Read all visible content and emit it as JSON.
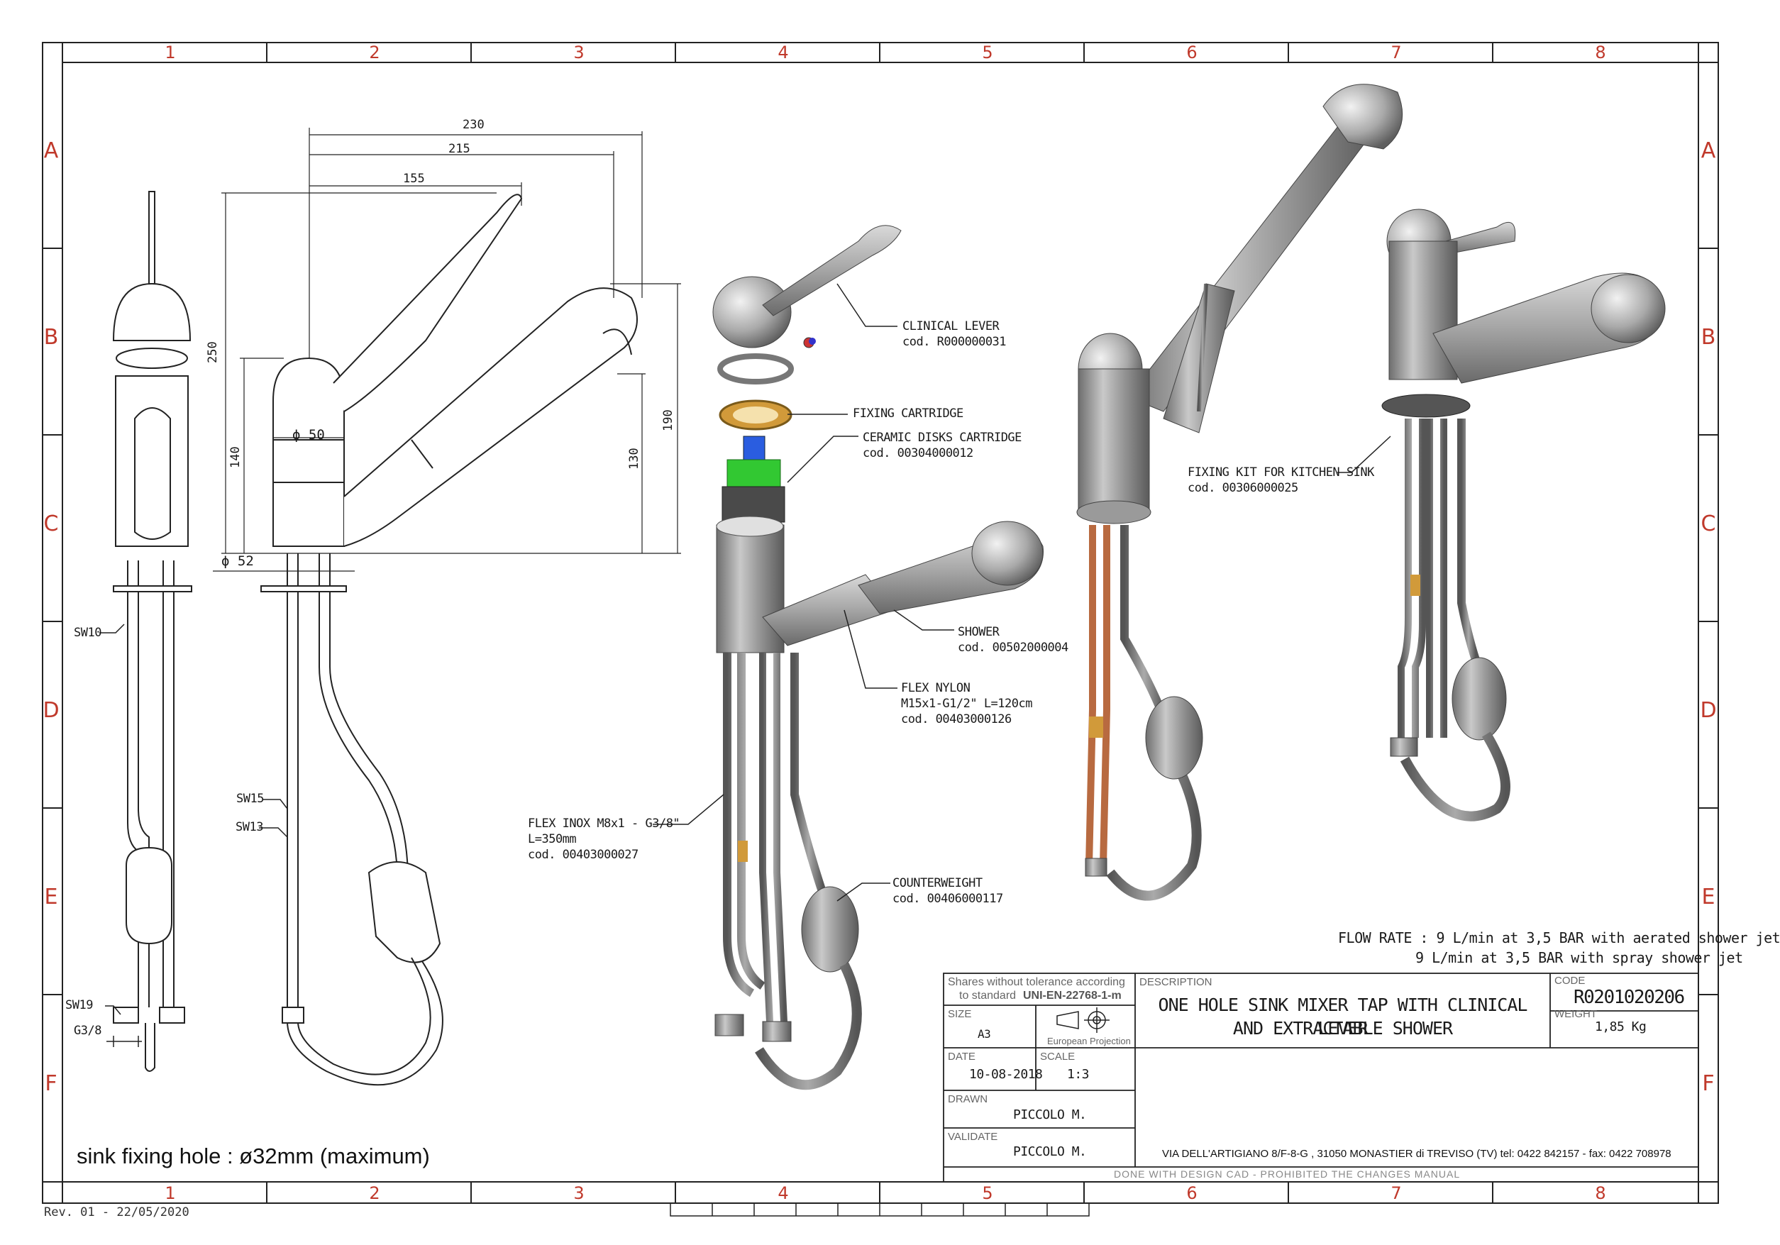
{
  "grid": {
    "columns": [
      "1",
      "2",
      "3",
      "4",
      "5",
      "6",
      "7",
      "8"
    ],
    "rows": [
      "A",
      "B",
      "C",
      "D",
      "E",
      "F"
    ]
  },
  "dimensions": {
    "d230": "230",
    "d215": "215",
    "d155": "155",
    "d250": "250",
    "d140": "140",
    "d190": "190",
    "d130": "130",
    "phi50": "ϕ 50",
    "phi52": "ϕ 52"
  },
  "side_view": {
    "sw10": "SW10",
    "sw15": "SW15",
    "sw13": "SW13",
    "sw19": "SW19",
    "g38": "G3/8"
  },
  "parts": {
    "clinical_lever": {
      "name": "CLINICAL LEVER",
      "code": "cod. R000000031"
    },
    "fixing_cartridge": {
      "name": "FIXING CARTRIDGE"
    },
    "ceramic_cartridge": {
      "name": "CERAMIC DISKS CARTRIDGE",
      "code": "cod. 00304000012"
    },
    "shower": {
      "name": "SHOWER",
      "code": "cod. 00502000004"
    },
    "flex_nylon": {
      "name": "FLEX NYLON",
      "spec": "M15x1-G1/2\" L=120cm",
      "code": "cod. 00403000126"
    },
    "flex_inox": {
      "name": "FLEX INOX M8x1 - G3/8\"",
      "spec": "L=350mm",
      "code": "cod. 00403000027"
    },
    "counterweight": {
      "name": "COUNTERWEIGHT",
      "code": "cod. 00406000117"
    },
    "fixing_kit": {
      "name": "FIXING KIT FOR KITCHEN SINK",
      "code": "cod. 00306000025"
    }
  },
  "flow_rate": {
    "line1": "FLOW RATE : 9 L/min at 3,5 BAR with aerated shower jet",
    "line2": "9 L/min at 3,5 BAR with spray shower jet"
  },
  "title_block": {
    "tolerance_line1": "Shares without tolerance according",
    "tolerance_line2a": "to standard",
    "tolerance_line2b": "UNI-EN-22768-1-m",
    "size_label": "SIZE",
    "size_value": "A3",
    "projection_label": "European Projection",
    "date_label": "DATE",
    "date_value": "10-08-2018",
    "scale_label": "SCALE",
    "scale_value": "1:3",
    "drawn_label": "DRAWN",
    "drawn_value": "PICCOLO M.",
    "validate_label": "VALIDATE",
    "validate_value": "PICCOLO M.",
    "description_label": "DESCRIPTION",
    "description_line1": "ONE HOLE SINK MIXER TAP WITH CLINICAL LEVER",
    "description_line2": "AND EXTRACTABLE SHOWER",
    "code_label": "CODE",
    "code_value": "R0201020206",
    "weight_label": "WEIGHT",
    "weight_value": "1,85 Kg",
    "address": "VIA DELL'ARTIGIANO 8/F-8-G , 31050 MONASTIER di TREVISO (TV) tel: 0422 842157 - fax: 0422 708978",
    "footer": "DONE WITH DESIGN CAD - PROHIBITED THE CHANGES MANUAL"
  },
  "notes": {
    "sink_hole": "sink fixing hole : ø32mm (maximum)",
    "revision": "Rev. 01 - 22/05/2020"
  }
}
